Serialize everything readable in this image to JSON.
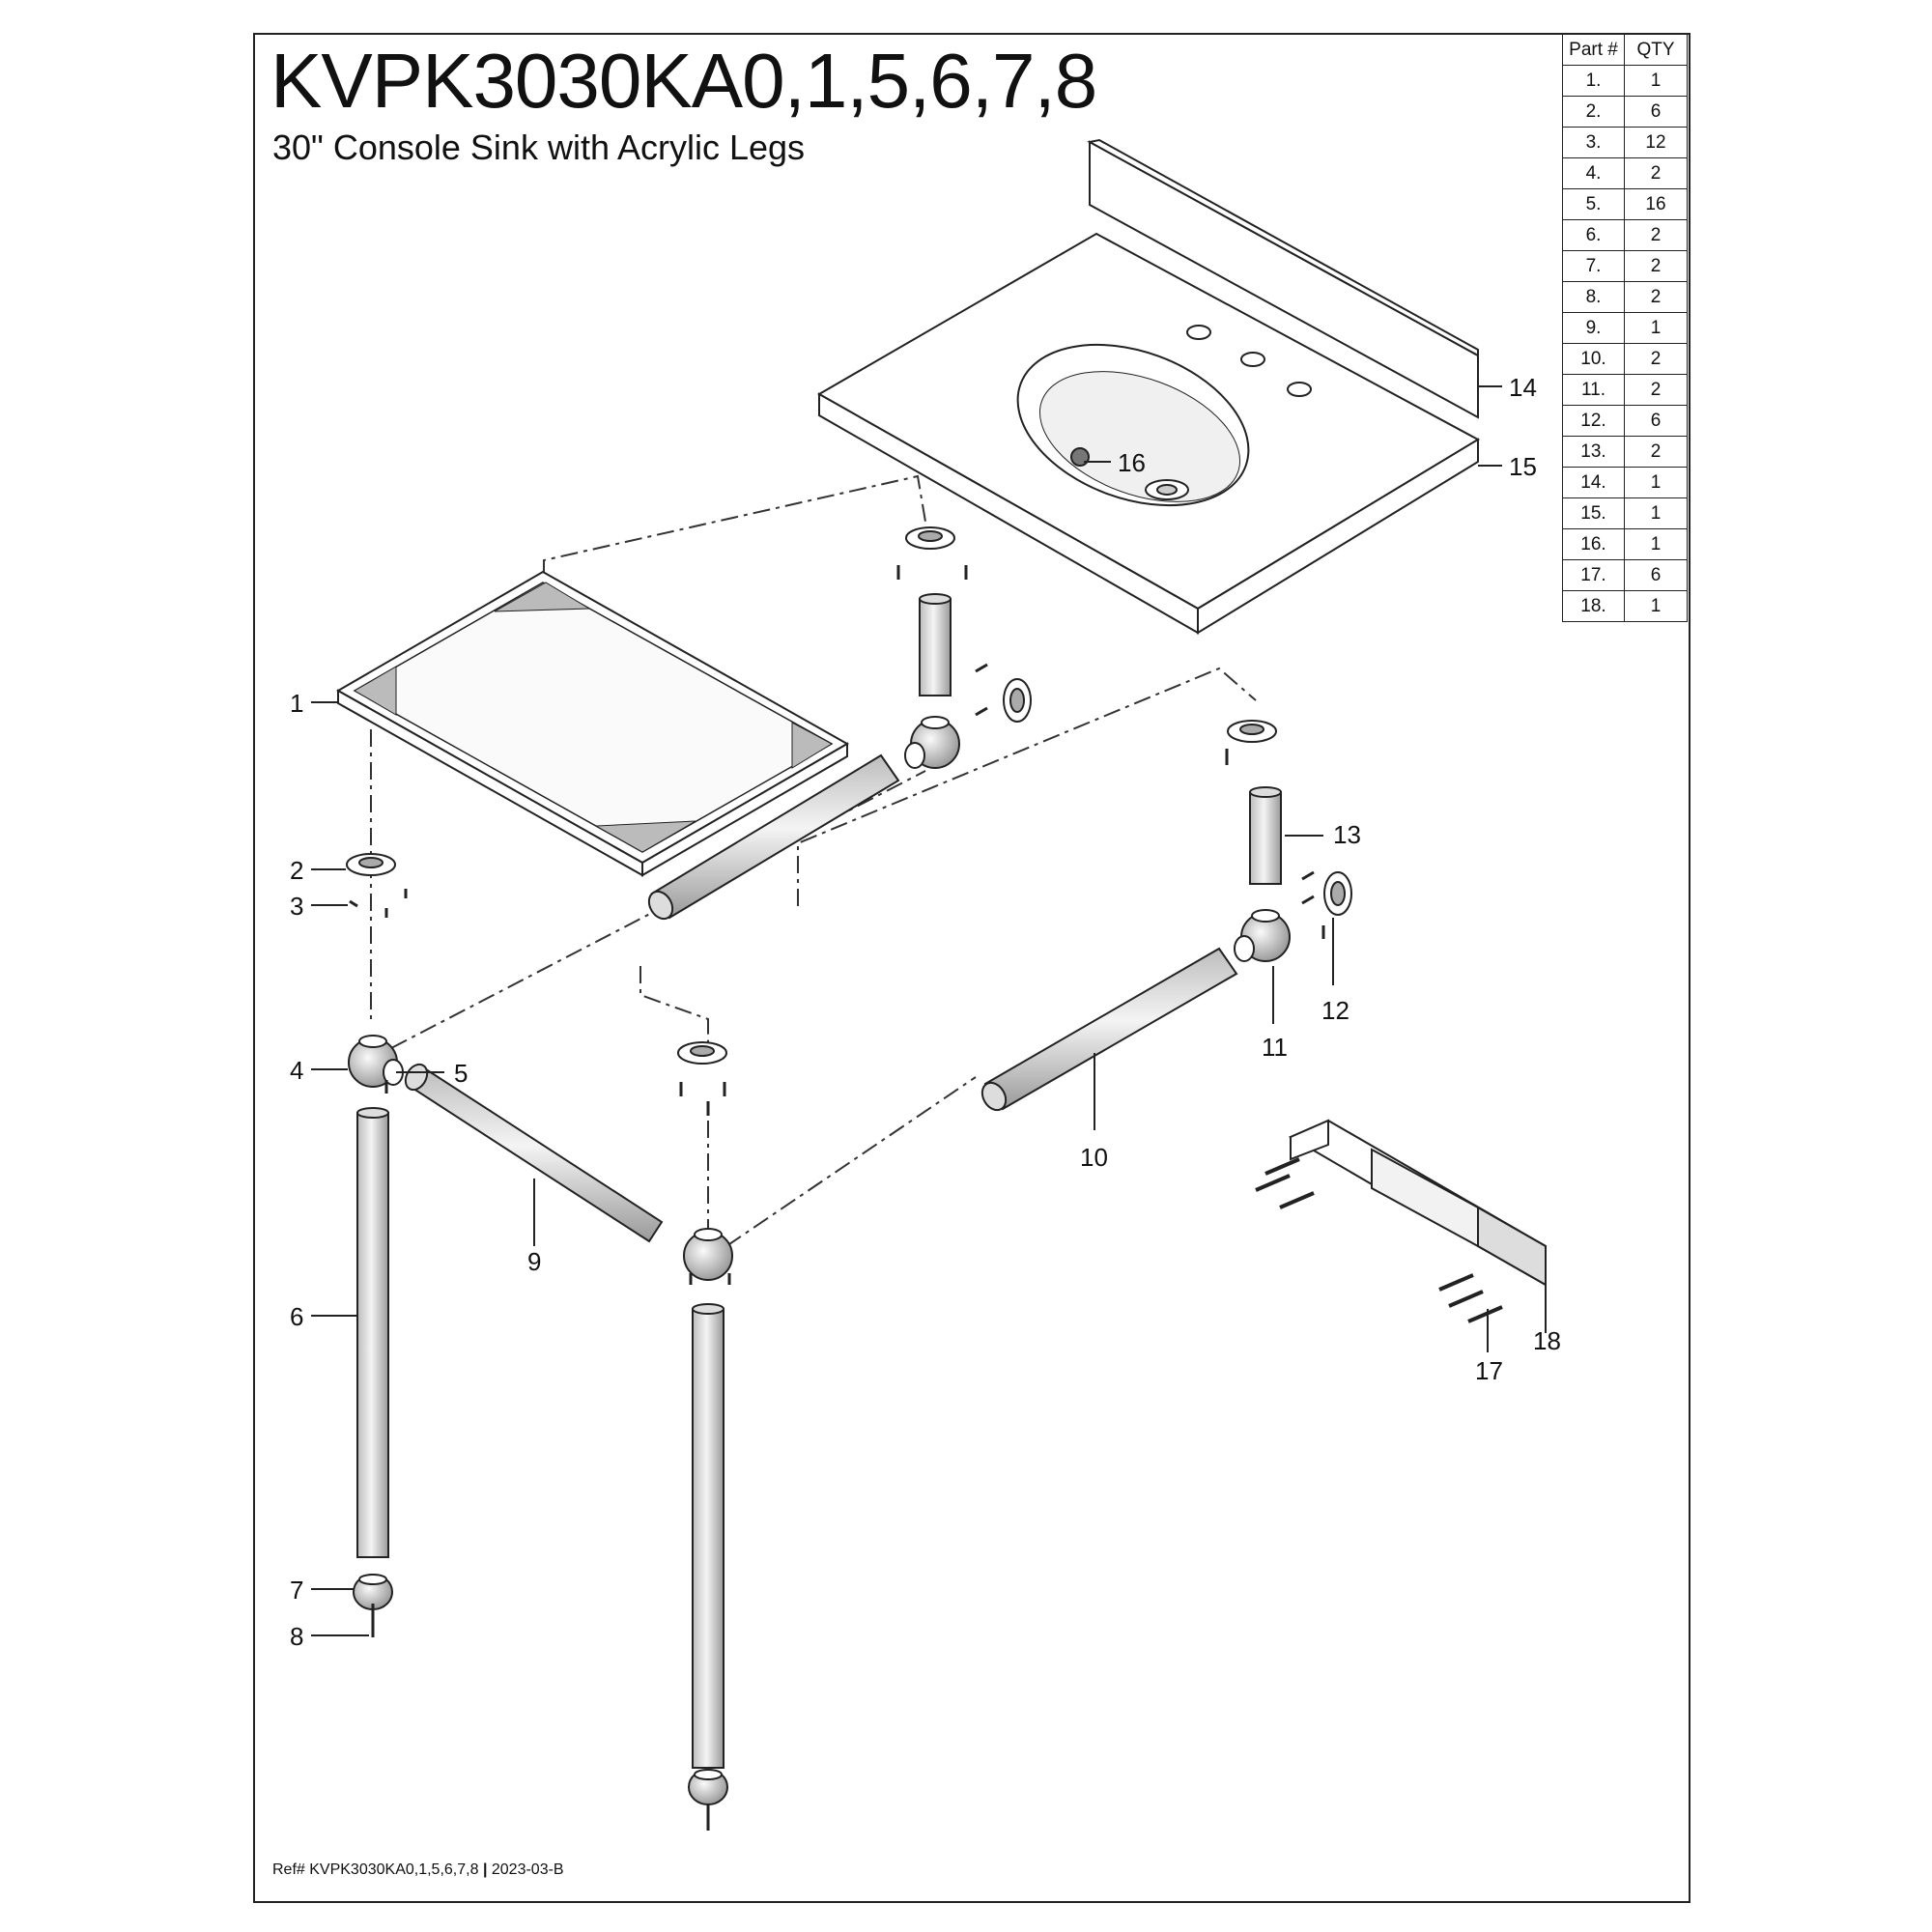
{
  "title": "KVPK3030KA0,1,5,6,7,8",
  "subtitle": "30\" Console Sink with Acrylic Legs",
  "ref_prefix": "Ref# KVPK3030KA0,1,5,6,7,8",
  "ref_separator": "|",
  "ref_date": "2023-03-B",
  "parts_table": {
    "headers": [
      "Part #",
      "QTY"
    ],
    "rows": [
      [
        "1.",
        "1"
      ],
      [
        "2.",
        "6"
      ],
      [
        "3.",
        "12"
      ],
      [
        "4.",
        "2"
      ],
      [
        "5.",
        "16"
      ],
      [
        "6.",
        "2"
      ],
      [
        "7.",
        "2"
      ],
      [
        "8.",
        "2"
      ],
      [
        "9.",
        "1"
      ],
      [
        "10.",
        "2"
      ],
      [
        "11.",
        "2"
      ],
      [
        "12.",
        "6"
      ],
      [
        "13.",
        "2"
      ],
      [
        "14.",
        "1"
      ],
      [
        "15.",
        "1"
      ],
      [
        "16.",
        "1"
      ],
      [
        "17.",
        "6"
      ],
      [
        "18.",
        "1"
      ]
    ]
  },
  "callouts": {
    "p1": "1",
    "p2": "2",
    "p3": "3",
    "p4": "4",
    "p5": "5",
    "p6": "6",
    "p7": "7",
    "p8": "8",
    "p9": "9",
    "p10": "10",
    "p11": "11",
    "p12": "12",
    "p13": "13",
    "p14": "14",
    "p15": "15",
    "p16": "16",
    "p17": "17",
    "p18": "18"
  }
}
